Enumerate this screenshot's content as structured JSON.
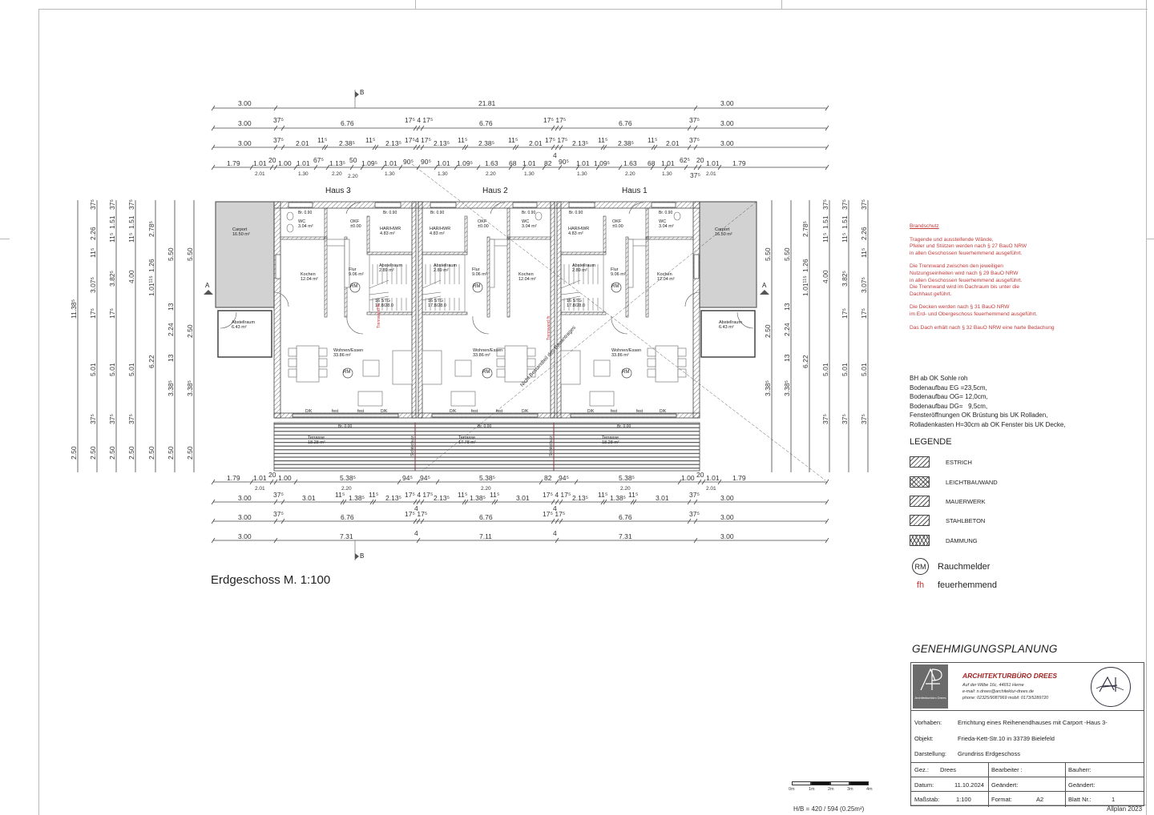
{
  "sheet": {
    "plan_title": "Erdgeschoss  M. 1:100",
    "scale_bar": {
      "labels": [
        "0m",
        "1m",
        "2m",
        "3m",
        "4m"
      ]
    },
    "sheet_size": "H/B = 420 / 594 (0.25m²)",
    "software": "Allplan 2023"
  },
  "plan": {
    "houses": [
      {
        "label": "Haus 3"
      },
      {
        "label": "Haus 2"
      },
      {
        "label": "Haus 1"
      }
    ],
    "section_marker": "B",
    "section_marker_a": "A",
    "rooms": {
      "carport": {
        "name": "Carport",
        "area": "16.50 m²"
      },
      "abstellraum_carport": {
        "name": "Abstellraum",
        "area": "6.43 m²"
      },
      "wc": {
        "name": "WC",
        "area": "3.04 m²"
      },
      "okf": {
        "name": "OKF",
        "value": "±0.00"
      },
      "har": {
        "name": "HAR/HWR",
        "area": "4.83 m²"
      },
      "abstellraum": {
        "name": "Abstellraum",
        "area": "2.89 m²"
      },
      "flur": {
        "name": "Flur",
        "area": "9.06 m²"
      },
      "kochen": {
        "name": "Kochen",
        "area": "12.04 m²"
      },
      "wohnen": {
        "name": "Wohnen/Essen",
        "area": "33.86 m²"
      },
      "terrasse_3": {
        "name": "Terrasse",
        "area": "18.28 m²"
      },
      "terrasse_2": {
        "name": "Terrasse",
        "area": "17.78 m²"
      },
      "terrasse_1": {
        "name": "Terrasse",
        "area": "18.28 m²"
      },
      "stair": {
        "steps": "16 STG",
        "ratio": "17.8/28.0"
      },
      "window_br": "Br. 0.90",
      "terrace_br": "Br. 0.00",
      "rm": "RM",
      "window_labels": [
        "D/K",
        "fest",
        "fest",
        "D/K"
      ],
      "trennwand": "Trennwand fh",
      "sichtschutz": "Sichtschutz",
      "diagonal_note": "Nicht Bestandteil des Bauantrages"
    },
    "dims_top": [
      [
        "3.00",
        "21.81",
        "3.00"
      ],
      [
        "3.00",
        "37⁵",
        "6.76",
        "17⁵",
        "4",
        "17⁵",
        "6.76",
        "17⁵",
        "17⁵",
        "6.76",
        "37⁵",
        "3.00"
      ],
      [
        "3.00",
        "37⁵",
        "2.01",
        "11⁵",
        "2.38⁵",
        "11⁵",
        "2.13⁵",
        "17⁵",
        "4",
        "17⁵",
        "2.13⁵",
        "11⁵",
        "2.38⁵",
        "11⁵",
        "2.01",
        "17⁵",
        "17⁵",
        "2.13⁵",
        "11⁵",
        "2.38⁵",
        "11⁵",
        "2.01",
        "37⁵",
        "3.00"
      ],
      [
        "1.79",
        "1.01",
        "20",
        "1.00",
        "1.01",
        "67⁵",
        "1.13⁵",
        "50",
        "1.09⁵",
        "1.01",
        "90⁵",
        "90⁵",
        "1.01",
        "1.09⁵",
        "1.63",
        "68",
        "1.01",
        "82",
        "90⁵",
        "1.01",
        "1.09⁵",
        "1.63",
        "68",
        "1.01",
        "62⁵",
        "20",
        "1.01",
        "1.79"
      ]
    ],
    "dims_top_sub": [
      "2.01",
      "1.30",
      "2.20",
      "2.20",
      "1.30",
      "1.30",
      "2.20",
      "1.30",
      "1.30",
      "2.20",
      "1.30",
      "37⁵",
      "2.01"
    ],
    "dims_bottom": [
      [
        "1.79",
        "1.01",
        "20",
        "1.00",
        "5.38⁵",
        "94⁵",
        "94⁵",
        "5.38⁵",
        "82",
        "94⁵",
        "5.38⁵",
        "1.00",
        "20",
        "1.01",
        "1.79"
      ],
      [
        "3.00",
        "37⁵",
        "3.01",
        "11⁵",
        "1.38⁵",
        "11⁵",
        "2.13⁵",
        "17⁵",
        "4",
        "17⁵",
        "2.13⁵",
        "11⁵",
        "1.38⁵",
        "11⁵",
        "3.01",
        "17⁵",
        "4",
        "17⁵",
        "2.13⁵",
        "11⁵",
        "1.38⁵",
        "11⁵",
        "3.01",
        "37⁵",
        "3.00"
      ],
      [
        "3.00",
        "37⁵",
        "6.76",
        "17⁵",
        "4",
        "17⁵",
        "6.76",
        "17⁵",
        "4",
        "17⁵",
        "6.76",
        "37⁵",
        "3.00"
      ],
      [
        "3.00",
        "7.31",
        "4",
        "7.11",
        "4",
        "7.31",
        "3.00"
      ]
    ],
    "dims_left": [
      [
        "2.50",
        "11.38⁵"
      ],
      [
        "2.50",
        "37⁵",
        "5.01",
        "17⁵",
        "3.07⁵",
        "11⁵",
        "2.26",
        "37⁵"
      ],
      [
        "2.50",
        "37⁵",
        "5.01",
        "17⁵",
        "3.82⁵",
        "11⁵",
        "1.51",
        "37⁵"
      ],
      [
        "2.50",
        "37⁵",
        "5.01",
        "4.00",
        "11⁵",
        "1.51",
        "37⁵"
      ],
      [
        "2.50",
        "6.22",
        "1.01",
        "11⁵",
        "1.26",
        "2.78⁵"
      ],
      [
        "2.50",
        "3.38⁵",
        "13",
        "2.24",
        "13",
        "5.50"
      ],
      [
        "2.50",
        "3.38⁵",
        "2.50",
        "5.50"
      ]
    ],
    "dims_right": [
      [
        "3.38⁵",
        "2.50",
        "5.50",
        "2.50"
      ],
      [
        "3.38⁵",
        "13",
        "2.24",
        "13",
        "5.50",
        "2.50"
      ],
      [
        "6.22",
        "1.01",
        "11⁵",
        "1.26",
        "2.78⁵",
        "2.50"
      ],
      [
        "37⁵",
        "5.01",
        "4.00",
        "11⁵",
        "1.51",
        "37⁵",
        "2.50"
      ],
      [
        "37⁵",
        "5.01",
        "17⁵",
        "3.82⁵",
        "11⁵",
        "1.51",
        "37⁵",
        "2.50"
      ],
      [
        "37⁵",
        "5.01",
        "17⁵",
        "3.07⁵",
        "11⁵",
        "2.26",
        "37⁵",
        "2.50"
      ]
    ]
  },
  "brandschutz": {
    "heading": "Brandschutz",
    "paragraphs": [
      [
        "Tragende und aussteifende Wände,",
        "Pfeiler und Stützen werden nach § 27 BauO NRW",
        "in allen Geschossen feuerhemmend ausgeführt."
      ],
      [
        "Die Trennwand zwischen den jeweiligen",
        "Nutzungseinheiten wird nach § 29 BauO NRW",
        "in allen Geschossen feuerhemmend ausgeführt.",
        "Die Trennwand wird im Dachraum bis unter die",
        "Dachhaut geführt."
      ],
      [
        "Die Decken werden nach § 31 BauO NRW",
        "im Erd- und Obergeschoss feuerhemmend ausgeführt."
      ],
      [
        "Das Dach erhält nach § 32 BauO NRW eine harte Bedachung"
      ]
    ]
  },
  "notes": [
    "BH ab OK Sohle roh",
    "Bodenaufbau EG =23,5cm,",
    "Bodenaufbau OG= 12,0cm,",
    "Bodenaufbau DG=   9,5cm,",
    "Fensteröffnungen OK Brüstung bis UK Rolladen,",
    "Rolladenkasten H=30cm ab OK Fenster bis UK Decke,"
  ],
  "legend": {
    "title": "LEGENDE",
    "items": [
      {
        "label": "ESTRICH",
        "pattern": "hatch-single"
      },
      {
        "label": "LEICHTBAUWAND",
        "pattern": "hatch-cross"
      },
      {
        "label": "MAUERWERK",
        "pattern": "hatch-single"
      },
      {
        "label": "STAHLBETON",
        "pattern": "hatch-single"
      },
      {
        "label": "DÄMMUNG",
        "pattern": "hatch-zigzag"
      }
    ],
    "symbols": [
      {
        "glyph": "RM",
        "label": "Rauchmelder"
      },
      {
        "glyph": "fh",
        "label": "feuerhemmend"
      }
    ]
  },
  "titleblock": {
    "heading": "GENEHMIGUNGSPLANUNG",
    "logo_text": "Architekturbüro Drees",
    "firm": "ARCHITEKTURBÜRO DREES",
    "address": "Auf der Wilbe 16c, 44651 Herne",
    "email": "e-mail: n.drees@architektur-drees.de",
    "phone": "phone: 02325/9087969 mobil: 0173/5289720",
    "vorhaben_label": "Vorhaben:",
    "vorhaben": "Errichtung eines Reihenendhauses mit Carport -Haus 3-",
    "objekt_label": "Objekt:",
    "objekt": "Frieda-Kett-Str.10 in 33739 Bielefeld",
    "darstellung_label": "Darstellung:",
    "darstellung": "Grundriss Erdgeschoss",
    "gez_label": "Gez.:",
    "gez": "Drees",
    "bearbeiter_label": "Bearbeiter :",
    "bauherr_label": "Bauherr:",
    "datum_label": "Datum:",
    "datum": "11.10.2024",
    "geaendert_label": "Geändert:",
    "geaendert2_label": "Geändert:",
    "massstab_label": "Maßstab:",
    "massstab": "1:100",
    "format_label": "Format:",
    "format": "A2",
    "blatt_label": "Blatt Nr.:",
    "blatt": "1"
  },
  "colors": {
    "carport_fill": "#d2d2d2",
    "red_text": "#c43a3a",
    "firm_red": "#a02424",
    "line": "#333333"
  }
}
